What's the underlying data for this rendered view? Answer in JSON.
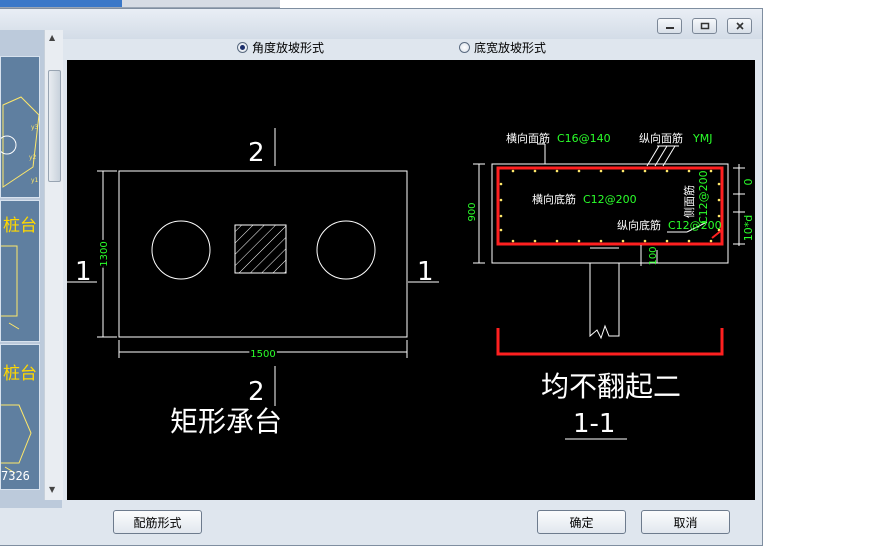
{
  "options": {
    "angle_label": "角度放坡形式",
    "width_label": "底宽放坡形式",
    "selected": "angle"
  },
  "left_panel": {
    "thumb2_text": "桩台",
    "thumb3_text": "桩台",
    "thumb3_value": "7326"
  },
  "drawing": {
    "section_mark_2": "2",
    "section_mark_1": "1",
    "dim_width": "1500",
    "dim_height": "1300",
    "dim_depth": "900",
    "dim_zero": "0",
    "dim_10d": "10*d",
    "dim_100": "100",
    "title_left": "矩形承台",
    "title_right": "均不翻起二",
    "section_label": "1-1",
    "rebar": {
      "top_transverse_label": "横向面筋",
      "top_transverse_value": "C16@140",
      "top_longitudinal_label": "纵向面筋",
      "top_longitudinal_value": "YMJ",
      "bottom_transverse_label": "横向底筋",
      "bottom_transverse_value": "C12@200",
      "bottom_longitudinal_label": "纵向底筋",
      "bottom_longitudinal_value": "C12@200",
      "side_label": "侧面筋",
      "side_value": "C12@200"
    }
  },
  "buttons": {
    "rebar_form": "配筋形式",
    "ok": "确定",
    "cancel": "取消"
  },
  "colors": {
    "canvas_bg": "#000000",
    "line": "#ffffff",
    "rebar_red": "#ff2020",
    "label_green": "#2aff2a"
  }
}
